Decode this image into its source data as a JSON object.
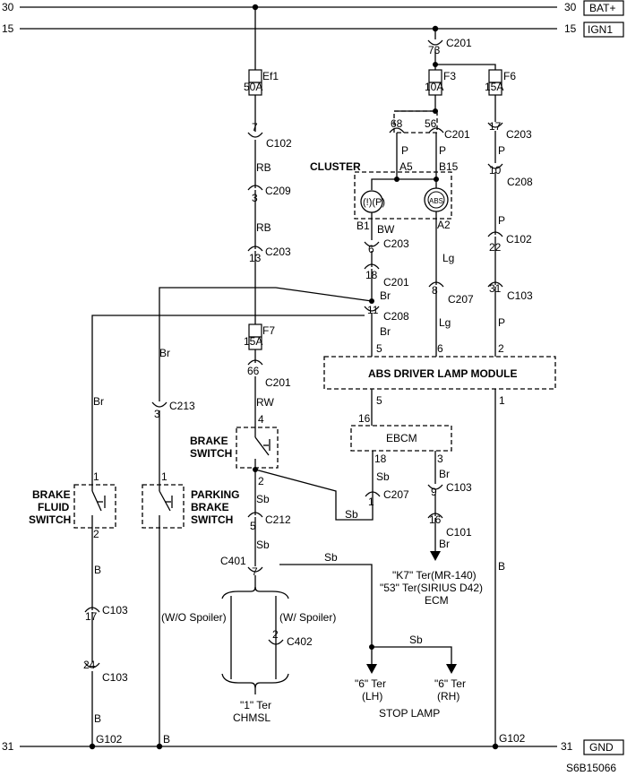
{
  "rails": {
    "bat_num_left": "30",
    "bat_num_right": "30",
    "bat_label": "BAT+",
    "ign_num_left": "15",
    "ign_num_right": "15",
    "ign_label": "IGN1",
    "gnd_num_left": "31",
    "gnd_num_right": "31",
    "gnd_label": "GND"
  },
  "fuses": {
    "ef1": {
      "name": "Ef1",
      "rating": "50A"
    },
    "f3": {
      "name": "F3",
      "rating": "10A"
    },
    "f6": {
      "name": "F6",
      "rating": "15A"
    },
    "f7": {
      "name": "F7",
      "rating": "15A"
    }
  },
  "connectors": {
    "c201_top": {
      "pin": "73",
      "name": "C201"
    },
    "c201_cluster": {
      "pin_a": "68",
      "pin_b": "56",
      "name": "C201"
    },
    "c102_left": {
      "pin": "7",
      "name": "C102"
    },
    "c209": {
      "pin": "3",
      "name": "C209"
    },
    "c203_left": {
      "pin": "13",
      "name": "C203"
    },
    "c203_right": {
      "pin": "17",
      "name": "C203"
    },
    "c208_right": {
      "pin": "10",
      "name": "C208"
    },
    "c102_right": {
      "pin": "22",
      "name": "C102"
    },
    "c103_right": {
      "pin": "31",
      "name": "C103"
    },
    "c203_cluster": {
      "pin": "6",
      "name": "C203"
    },
    "c201_mid": {
      "pin": "18",
      "name": "C201"
    },
    "c208_mid": {
      "pin": "11",
      "name": "C208"
    },
    "c207_lg": {
      "pin": "8",
      "name": "C207"
    },
    "c201_f7": {
      "pin": "66",
      "name": "C201"
    },
    "c213": {
      "pin": "3",
      "name": "C213"
    },
    "c212": {
      "pin": "5",
      "name": "C212"
    },
    "c207_sb": {
      "pin": "1",
      "name": "C207"
    },
    "c103_ebcm": {
      "pin": "9",
      "name": "C103"
    },
    "c101": {
      "pin": "16",
      "name": "C101"
    },
    "c401": {
      "pin": "7",
      "name": "C401"
    },
    "c402": {
      "pin": "2",
      "name": "C402"
    },
    "c103_a": {
      "pin": "17",
      "name": "C103"
    },
    "c103_b": {
      "pin": "24",
      "name": "C103"
    }
  },
  "wires": {
    "rb1": "RB",
    "rb2": "RB",
    "p1": "P",
    "p2": "P",
    "p3": "P",
    "p4": "P",
    "p5": "P",
    "bw": "BW",
    "br1": "Br",
    "br2": "Br",
    "br3": "Br",
    "br4": "Br",
    "br5": "Br",
    "lg1": "Lg",
    "lg2": "Lg",
    "rw": "RW",
    "sb1": "Sb",
    "sb2": "Sb",
    "sb3": "Sb",
    "sb4": "Sb",
    "sb5": "Sb",
    "sb6": "Sb",
    "b1": "B",
    "b2": "B",
    "b3": "B",
    "b4": "B"
  },
  "cluster": {
    "title": "CLUSTER",
    "pin_a5": "A5",
    "pin_b15": "B15",
    "pin_b1": "B1",
    "pin_a2": "A2",
    "lamp_left": "(!)(P)",
    "lamp_right": "ABS"
  },
  "module": {
    "title": "ABS DRIVER LAMP MODULE",
    "pin5_top": "5",
    "pin6": "6",
    "pin2": "2",
    "pin5_bottom": "5",
    "pin1": "1"
  },
  "ebcm": {
    "title": "EBCM",
    "pin16": "16",
    "pin18": "18",
    "pin3": "3"
  },
  "brake_switch": {
    "line1": "BRAKE",
    "line2": "SWITCH",
    "pin4": "4",
    "pin2": "2"
  },
  "brake_fluid_switch": {
    "line1": "BRAKE",
    "line2": "FLUID",
    "line3": "SWITCH",
    "pin1": "1",
    "pin2": "2"
  },
  "parking_brake_switch": {
    "line1": "PARKING",
    "line2": "BRAKE",
    "line3": "SWITCH",
    "pin1": "1"
  },
  "ecm": {
    "line1": "\"K7\" Ter(MR-140)",
    "line2": "\"53\" Ter(SIRIUS D42)",
    "line3": "ECM"
  },
  "chmsl": {
    "wo_spoiler": "(W/O Spoiler)",
    "w_spoiler": "(W/  Spoiler)",
    "ter": "\"1\" Ter",
    "name": "CHMSL"
  },
  "stop_lamp": {
    "lh_ter": "\"6\" Ter",
    "lh": "(LH)",
    "rh_ter": "\"6\" Ter",
    "rh": "(RH)",
    "name": "STOP LAMP"
  },
  "grounds": {
    "left": "G102",
    "right": "G102"
  },
  "figure_id": "S6B15066"
}
